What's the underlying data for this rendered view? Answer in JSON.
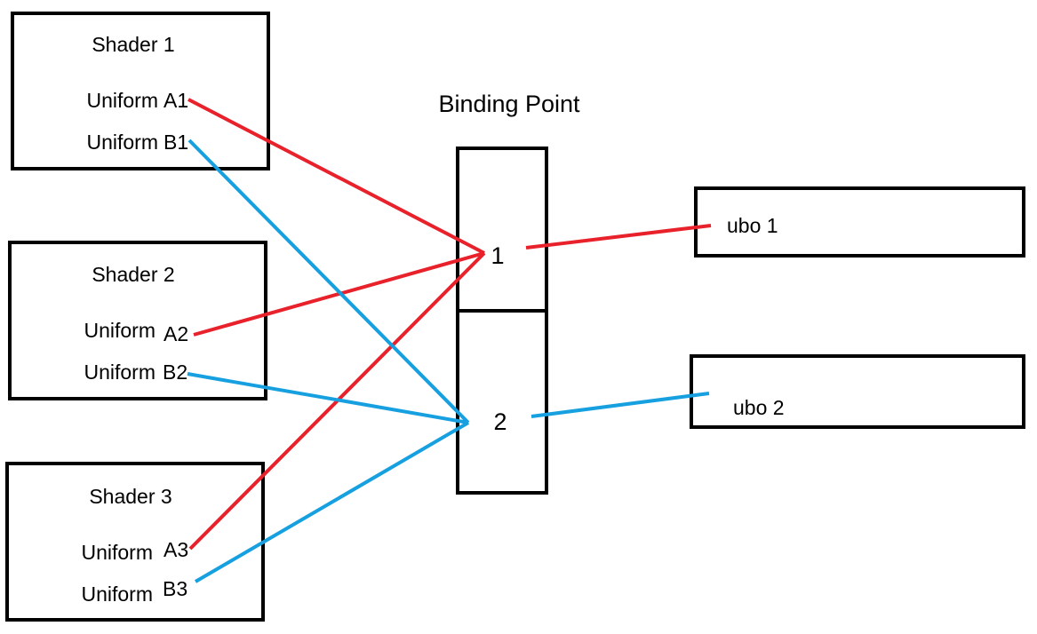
{
  "colors": {
    "uniform_a_link": "#e8212b",
    "uniform_b_link": "#16a0e0",
    "outline": "#000000",
    "background": "#ffffff"
  },
  "shaders": [
    {
      "title": "Shader 1",
      "uniform_a_label": "Uniform",
      "uniform_a_id": "A1",
      "uniform_b_label": "Uniform",
      "uniform_b_id": "B1"
    },
    {
      "title": "Shader  2",
      "uniform_a_label": "Uniform",
      "uniform_a_id": "A2",
      "uniform_b_label": "Uniform",
      "uniform_b_id": "B2"
    },
    {
      "title": "Shader  3",
      "uniform_a_label": "Uniform",
      "uniform_a_id": "A3",
      "uniform_b_label": "Uniform",
      "uniform_b_id": "B3"
    }
  ],
  "binding_point": {
    "title": "Binding Point",
    "slots": [
      "1",
      "2"
    ]
  },
  "ubos": [
    "ubo 1",
    "ubo 2"
  ],
  "connections": [
    {
      "from": "A1",
      "to_slot": "1",
      "color": "#e8212b"
    },
    {
      "from": "A2",
      "to_slot": "1",
      "color": "#e8212b"
    },
    {
      "from": "A3",
      "to_slot": "1",
      "color": "#e8212b"
    },
    {
      "from": "B1",
      "to_slot": "2",
      "color": "#16a0e0"
    },
    {
      "from": "B2",
      "to_slot": "2",
      "color": "#16a0e0"
    },
    {
      "from": "B3",
      "to_slot": "2",
      "color": "#16a0e0"
    },
    {
      "from_slot": "1",
      "to": "ubo 1",
      "color": "#e8212b"
    },
    {
      "from_slot": "2",
      "to": "ubo 2",
      "color": "#16a0e0"
    }
  ]
}
